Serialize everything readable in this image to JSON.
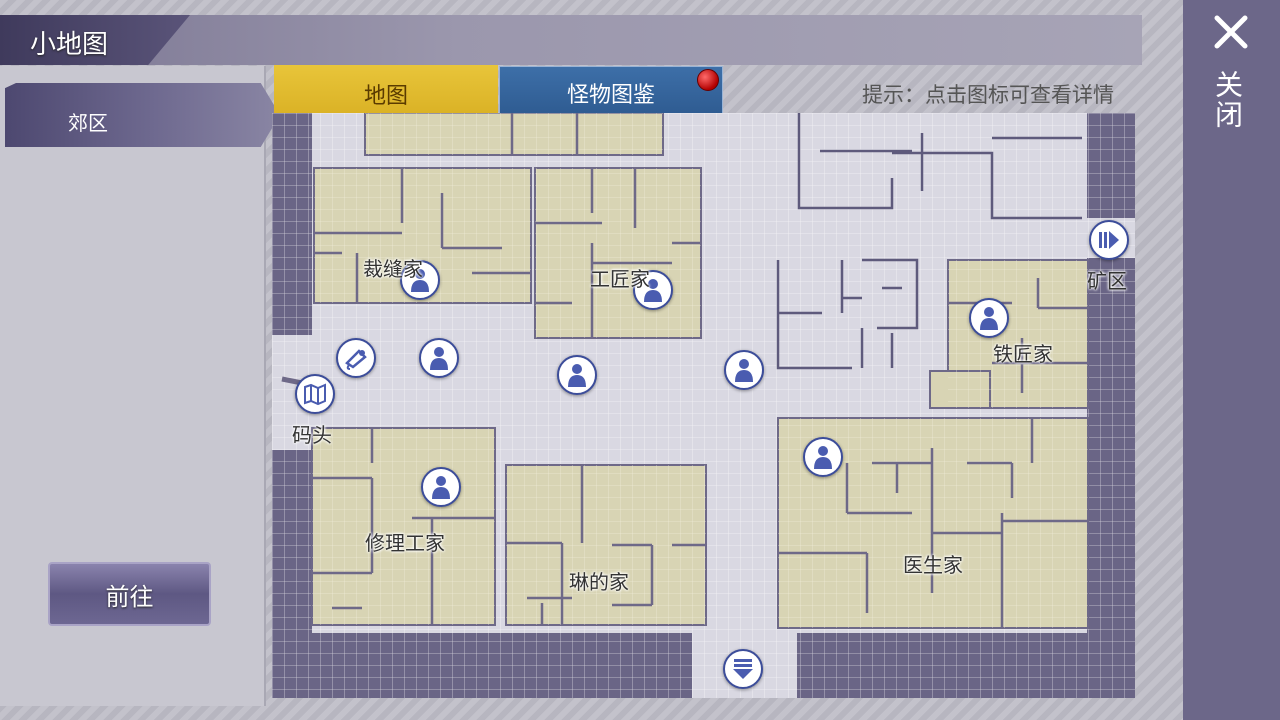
{
  "window": {
    "title": "小地图",
    "close_label": "关闭"
  },
  "sidebar": {
    "regions": [
      {
        "label": "郊区"
      }
    ],
    "go_button": "前往"
  },
  "tabs": [
    {
      "label": "地图"
    },
    {
      "label": "怪物图鉴"
    }
  ],
  "hint": "提示：点击图标可查看详情",
  "map": {
    "labels": {
      "tailor": "裁缝家",
      "craftsman": "工匠家",
      "mine": "矿区",
      "blacksmith": "铁匠家",
      "dock": "码头",
      "repairman": "修理工家",
      "lin": "琳的家",
      "doctor": "医生家"
    },
    "colors": {
      "house_floor": "#d8d4b4",
      "road": "#d9d8e2",
      "wall": "#6e6988",
      "marker_border": "#3c4d9a"
    }
  }
}
